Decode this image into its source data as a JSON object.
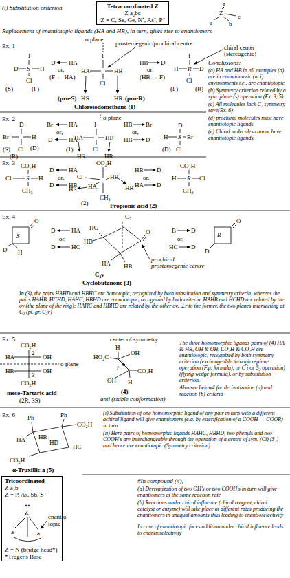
{
  "diagram": {
    "nodes": [
      {
        "text": [
          "Tetracoordinated Z",
          "Z a₂bc",
          "Z = C, Se, Ge, N⁺, As⁺, P⁺"
        ]
      },
      {
        "text": [
          "Tricoordinated",
          "Z a₂b",
          "Z = P, As, Sb, S⁺",
          "Z = N (bridge head*)",
          "*Troger's Base"
        ]
      }
    ],
    "labels": [
      "(i)  Substitution criterion",
      "a",
      "Z",
      "c",
      "a",
      "b",
      "Replacement of enantiotopic ligands (HA and HB), in turn, gives rise to enantiomers",
      "σ plane",
      "prosteroegenic/prochiral centre",
      "Ex. 1",
      "chiral center",
      "(stereogenic)",
      "I",
      "D",
      "S",
      "H",
      "Cl",
      "(S)",
      "(F)",
      "D",
      "HA",
      "or,",
      "(F ← HA)",
      "I",
      "HA",
      "HB",
      "Cl",
      "(pro-S)",
      "HS",
      "HR",
      "(pro-R)",
      "Chloroiodomethane (1)",
      "HB",
      "D",
      "or,",
      "(HB → F)",
      "I",
      "H",
      "R",
      "D",
      "Cl",
      "(F)",
      "(R)",
      "Conclusions:",
      "(a) HA and HB in all examples (a) are in enantiomeric (m.i) environments i.e., are enantiotopic",
      "(b) Symmetry criterion related by a sym. plane (s) operation (Ex. 3, 5)",
      "(c) All molecules lack C₂ symmetry save(Ex. 6)",
      "(d) prochiral molecules must have enantiotopic ligands",
      "(e) Chiral molecules cannot have enantiotopic ligands.",
      "Ex. 2",
      "D",
      "Br",
      "H",
      "Cl",
      "(S)",
      "(D)",
      "(R)",
      "Br",
      "HA",
      "or,",
      "D",
      "HA",
      "σ plane",
      "I",
      "HA",
      "HB",
      "Cl",
      "(1)",
      "HS",
      "HR",
      "HB",
      "Br",
      "or,",
      "HB",
      "D",
      "H",
      "S",
      "Br",
      "D",
      "Cl",
      "(D)",
      "Ex. 3",
      "CO₂H",
      "Cl",
      "S",
      "H",
      "CH₃",
      "D",
      "HA",
      "or,",
      "D",
      "HB",
      "CO₂H",
      "Cl",
      "HA",
      "HB",
      "CH₃",
      "(2)",
      "HS",
      "HR",
      "HB",
      "D",
      "or,",
      "HA",
      "D",
      "CO₂H",
      "H",
      "R",
      "Cl",
      "CH₃",
      "Propionic acid (2)",
      "Ex. 4",
      "O",
      "S",
      "D",
      "H",
      "D",
      "HA",
      "or,",
      "D",
      "HC",
      "HC",
      "HD",
      "HA",
      "HB",
      "O",
      "C₂",
      "C₂v",
      "prochiral",
      "prosteroegenic centre",
      "Cyclobutanone (3)",
      "B",
      "D",
      "or,",
      "HC",
      "D",
      "O",
      "R",
      "D",
      "In (3), the pairs HAHD and HBHC are homotopic, recognized by both substitution and symmetry criteria, whereas the pairs HAHB, HCHD, HAHC, HBHD are enantiotopic, recognized by both criteria. HAHB and HCHD are related by the σv (the plane of the ring); HAHC and HBHD are related by the other σv, ⊥r to the former, the two planes intersecting at C₂ (pt. gr. C₂v)",
      "Ex. 5",
      "center of symmetry",
      "CO₂H",
      "HA",
      "OH",
      "2",
      "HB",
      "3",
      "OH",
      "CO₂H",
      "σ plane",
      "meso-Tartaric acid",
      "(2R, 3S)",
      "HO₂C",
      "H",
      "OH",
      "i",
      "OH",
      "H",
      "CO₂H",
      "(4)",
      "anti (stable conformation)",
      "The three homomorphic ligands pairs of (4) HA & HB, OH & OH, CO₂H & CO₂H are enantiotopic, recognized by both symmetry criterion (exchangeable through σ-plane operation (F.p. formula), or C i or S₂ operation) (flying wedge formula), or by substitution criterion.",
      "Also see below# for derivatization (a) and reaction (b) criteria",
      "Ex. 6",
      "Ph",
      "Ph",
      "CO₂H",
      "HA",
      "HB",
      "HD",
      "HC",
      "CO₂H",
      "α-Truxillic a (5)",
      "(i) Substitution of one homomorphic ligand of any pair in turn with a different achiral ligand will give enantiomers (e.g. by esterification of a COOH → COOR) in turn",
      "(ii) Here pairs of homomorphic ligands HAHC, HBHD, two phenyls and two COOH's are interchangeable through the operation of a centre of sym. (Ci) (S₂) and hence are enantiotopic (Symmetry criterion)",
      "Z",
      "a",
      "a",
      "enantio-",
      "topic",
      "#In compound (4),",
      "(a) Derivatization of two OH's or two COOH's in turn will give enantiomers at the same reaction rate",
      "(b) Reactions under chiral influence (chiral reagent, chiral catalyst or enzyme) will take place at different rates producing the enantiomers in unequal amounts thus leading to enantioselectivity",
      "In case of enantiotopic faces addition under chiral influence leads to enantioselectivity"
    ]
  }
}
